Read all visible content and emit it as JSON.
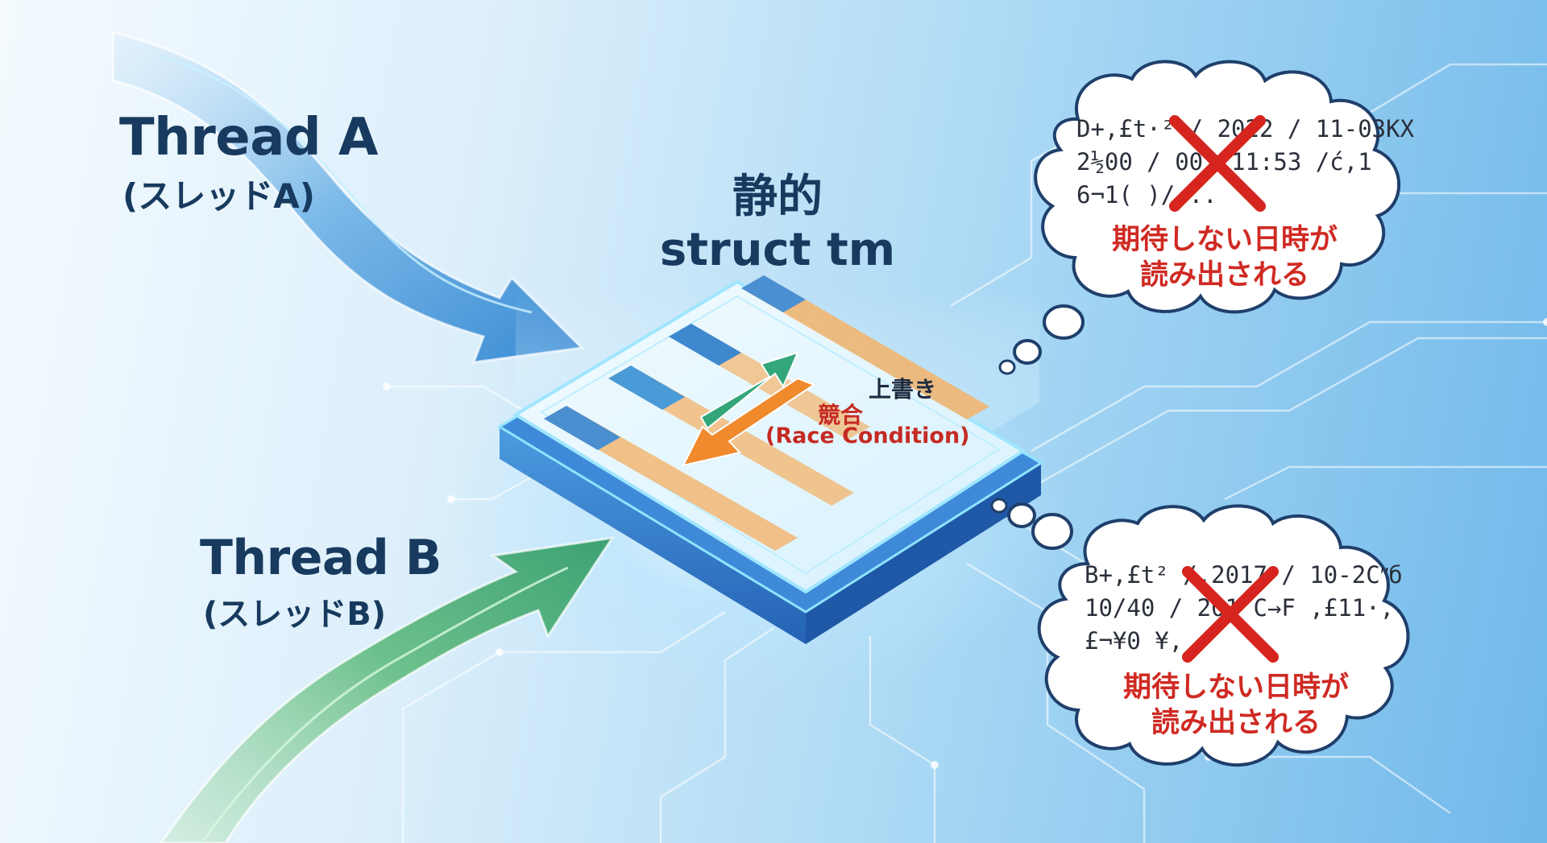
{
  "thread_a": {
    "name": "Thread A",
    "subtitle": "(スレッドA)"
  },
  "thread_b": {
    "name": "Thread B",
    "subtitle": "(スレッドB)"
  },
  "shared_object": {
    "line1": "静的",
    "line2": "struct tm"
  },
  "overwrite_label": "上書き",
  "race": {
    "jp": "競合",
    "en": "(Race Condition)"
  },
  "bubble_top": {
    "garbled_lines": [
      "D+,£t·² / 2022 / 11-03KX",
      "2½00 / 00:  11:53 /ć,1",
      "6¬1( )/..."
    ],
    "message_line1": "期待しない日時が",
    "message_line2": "読み出される"
  },
  "bubble_bottom": {
    "garbled_lines": [
      "B+,£t² /,2017 / 10-2Cʺб",
      "10/40 / 201  C→F ,£11·,",
      "£¬¥0 ¥,"
    ],
    "message_line1": "期待しない日時が",
    "message_line2": "読み出される"
  },
  "colors": {
    "title_text": "#173a5e",
    "error_red": "#cf2a23",
    "thread_a_arrow": "#3f90d8",
    "thread_b_arrow": "#4fb07a",
    "overwrite_arrow": "#33a67a",
    "race_arrow": "#f08a2c",
    "chip_edge": "#2f78c8"
  },
  "icons": {
    "error_mark": "red-x-icon"
  }
}
